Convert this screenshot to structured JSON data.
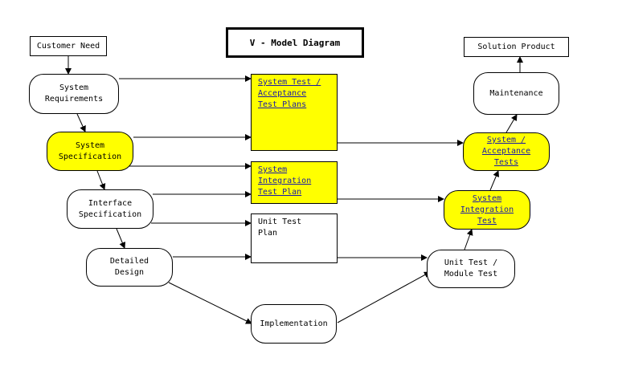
{
  "title": "V - Model Diagram",
  "colors": {
    "highlight": "#ffff00",
    "link_text": "#1a1aa6",
    "line": "#000000"
  },
  "nodes": {
    "customer_need": "Customer Need",
    "system_requirements": "System\nRequirements",
    "system_specification": "System\nSpecification",
    "interface_specification": "Interface\nSpecification",
    "detailed_design": "Detailed\nDesign",
    "implementation": "Implementation",
    "system_test_plans": "System Test /\nAcceptance\nTest Plans",
    "system_integration_test_plan": "System\nIntegration\nTest Plan",
    "unit_test_plan": "Unit Test\nPlan",
    "unit_module_test": "Unit Test /\nModule Test",
    "system_integration_test": "System\nIntegration\nTest",
    "system_acceptance_tests": "System /\nAcceptance\nTests",
    "maintenance": "Maintenance",
    "solution_product": "Solution Product"
  }
}
